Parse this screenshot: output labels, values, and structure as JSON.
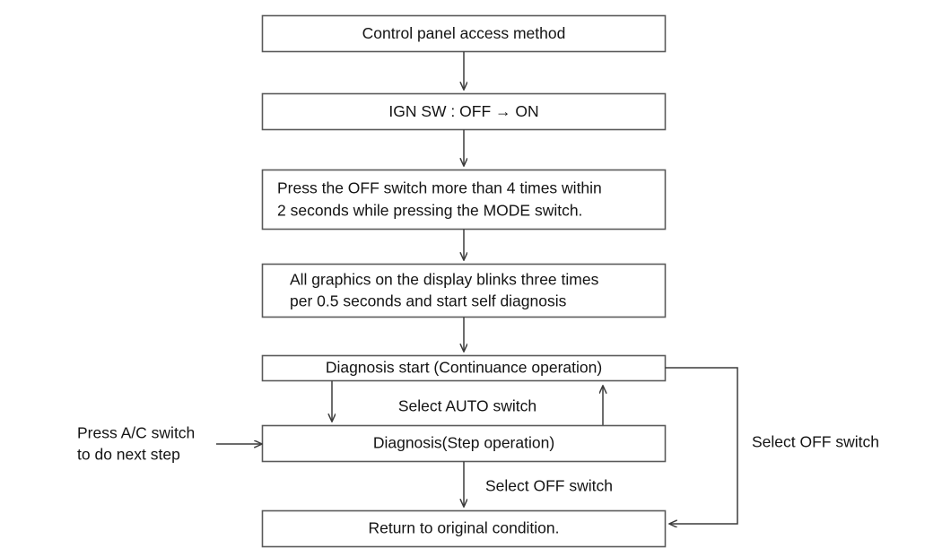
{
  "diagram": {
    "title": "Control panel access method",
    "colors": {
      "background": "#ffffff",
      "box_border": "#5a5a5a",
      "line": "#3c3c3c",
      "text": "#141414"
    },
    "nodes": [
      {
        "id": "n1",
        "label": "Control panel access method"
      },
      {
        "id": "n2",
        "label": "IGN SW : OFF → ON"
      },
      {
        "id": "n3",
        "label_line1": "Press the OFF switch more than 4 times within",
        "label_line2": "2 seconds while pressing the MODE switch."
      },
      {
        "id": "n4",
        "label_line1": "All graphics on the display blinks three times",
        "label_line2": "per 0.5 seconds and start self diagnosis"
      },
      {
        "id": "n5",
        "label": "Diagnosis start (Continuance operation)"
      },
      {
        "id": "n6",
        "label": "Diagnosis(Step operation)"
      },
      {
        "id": "n7",
        "label": "Return to original condition."
      }
    ],
    "edge_labels": {
      "auto_switch": "Select AUTO switch",
      "off_switch_down": "Select OFF switch",
      "off_switch_right": "Select OFF switch"
    },
    "annotations": {
      "ac_switch_line1": "Press A/C switch",
      "ac_switch_line2": "to do next step"
    }
  }
}
